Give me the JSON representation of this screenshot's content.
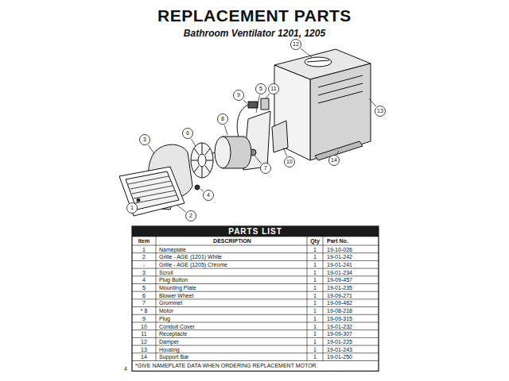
{
  "diagram": {
    "title": "REPLACEMENT PARTS",
    "caption": "Bathroom Ventilator 1201, 1205",
    "nodes": [
      {
        "text": [
          "PARTS LIST"
        ]
      }
    ],
    "labels": [
      "1",
      "2",
      "3",
      "4",
      "5",
      "6",
      "7",
      "8",
      "9",
      "10",
      "11",
      "12",
      "13",
      "14",
      "Item",
      "DESCRIPTION",
      "Qty",
      "Part No.",
      "1",
      "Nameplate",
      "1",
      "19-10-026",
      "2",
      "Grille - AGE (1201) White",
      "1",
      "19-01-242",
      "-",
      "Grille - AGE (1205) Chrome",
      "1",
      "19-01-241",
      "3",
      "Scroll",
      "1",
      "19-01-234",
      "4",
      "Plug Button",
      "1",
      "19-09-457",
      "5",
      "Mounting Plate",
      "1",
      "19-01-235",
      "6",
      "Blower Wheel",
      "1",
      "19-09-271",
      "7",
      "Grommet",
      "1",
      "19-09-462",
      "* 8",
      "Motor",
      "1",
      "19-08-218",
      "9",
      "Plug",
      "1",
      "19-09-315",
      "10",
      "Conduit Cover",
      "1",
      "19-01-232",
      "11",
      "Receptacle",
      "1",
      "19-09-307",
      "12",
      "Damper",
      "1",
      "19-01-225",
      "13",
      "Housing",
      "1",
      "19-01-243",
      "14",
      "Support Bar",
      "1",
      "19-01-250",
      "*GIVE NAMEPLATE DATA WHEN ORDERING REPLACEMENT MOTOR.",
      "4"
    ]
  }
}
